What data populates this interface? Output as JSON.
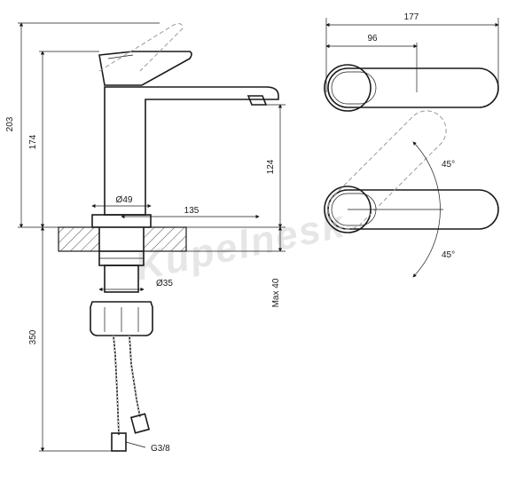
{
  "dimensions": {
    "d203": "203",
    "d174": "174",
    "d124": "124",
    "d350": "350",
    "d49": "Ø49",
    "d135": "135",
    "d35": "Ø35",
    "max40": "Max 40",
    "g38": "G3/8",
    "d177": "177",
    "d96": "96",
    "a45_top": "45°",
    "a45_bottom": "45°"
  },
  "watermark": "Kupelnesk",
  "colors": {
    "line": "#1a1a1a",
    "phantom": "#9a9a9a",
    "watermark": "#e6e6e6"
  }
}
